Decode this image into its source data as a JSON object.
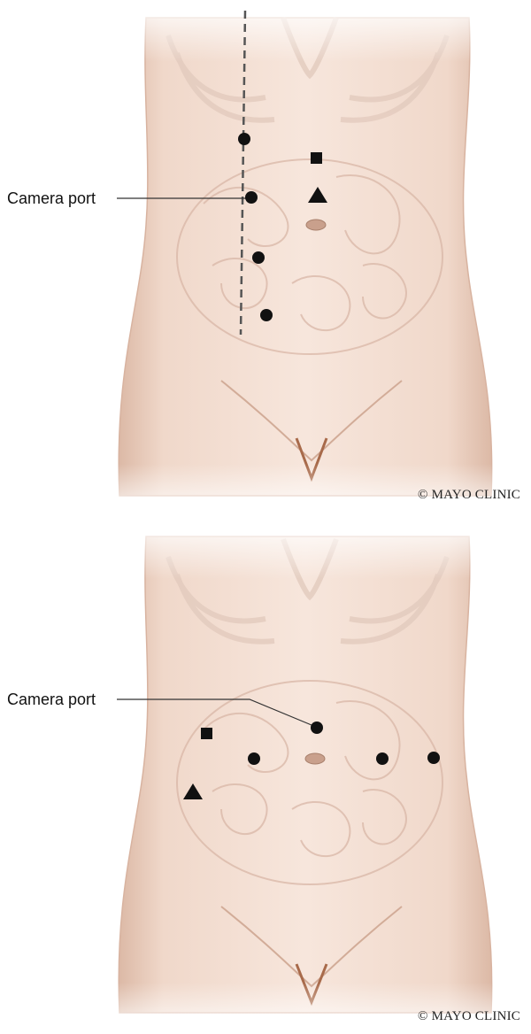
{
  "panels": [
    {
      "label": "Camera port",
      "copyright": "© MAYO CLINIC",
      "markers": [
        {
          "shape": "circle"
        },
        {
          "shape": "circle"
        },
        {
          "shape": "circle"
        },
        {
          "shape": "circle"
        },
        {
          "shape": "square"
        },
        {
          "shape": "triangle"
        }
      ],
      "guide_line": "dashed"
    },
    {
      "label": "Camera port",
      "copyright": "© MAYO CLINIC",
      "markers": [
        {
          "shape": "circle"
        },
        {
          "shape": "circle"
        },
        {
          "shape": "circle"
        },
        {
          "shape": "circle"
        },
        {
          "shape": "square"
        },
        {
          "shape": "triangle"
        }
      ]
    }
  ],
  "colors": {
    "skin": "#f3ddd0",
    "skin_shadow": "#e2c0ad",
    "ribs": "#ead6cb",
    "intestine": "#dcbcae",
    "marker": "#111111",
    "hair": "#a86a4a"
  }
}
